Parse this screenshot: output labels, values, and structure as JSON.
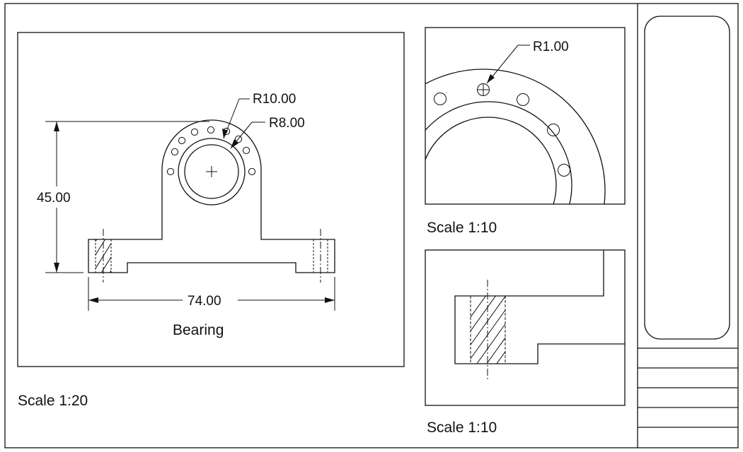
{
  "colors": {
    "line": "#111111",
    "background": "#ffffff"
  },
  "main_view": {
    "dimension_height": "45.00",
    "dimension_width": "74.00",
    "radius_outer": "R10.00",
    "radius_inner": "R8.00",
    "part_name": "Bearing",
    "scale": "Scale 1:20"
  },
  "detail_top": {
    "radius": "R1.00",
    "scale": "Scale 1:10"
  },
  "detail_bottom": {
    "scale": "Scale 1:10"
  }
}
